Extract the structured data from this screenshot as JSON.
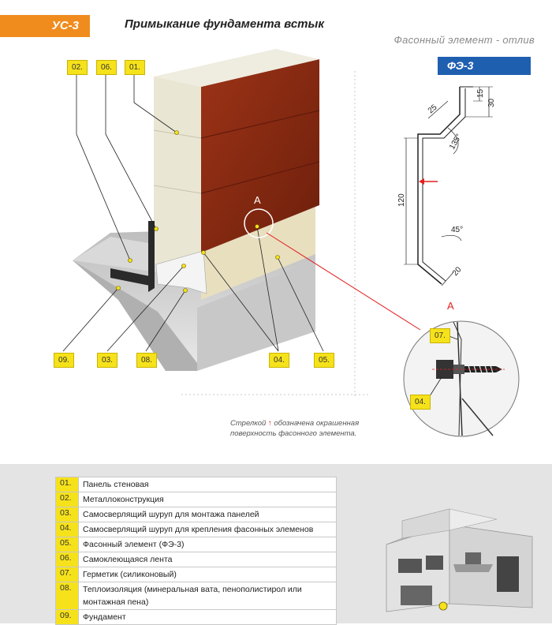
{
  "header": {
    "code": "УС-3",
    "title": "Примыкание фундамента встык",
    "subtitle": "Фасонный элемент - отлив",
    "element_code": "ФЭ-3"
  },
  "callouts": {
    "top": [
      "02.",
      "06.",
      "01."
    ],
    "bottom": [
      "09.",
      "03.",
      "08.",
      "04.",
      "05."
    ],
    "detail_mark": "A",
    "detail_labels": [
      "07.",
      "04."
    ]
  },
  "profile_dims": {
    "d15": "15",
    "d30": "30",
    "d25": "25",
    "a135": "135°",
    "d120": "120",
    "a45": "45°",
    "d20": "20"
  },
  "note": {
    "before": "Стрелкой",
    "after": "обозначена окрашенная поверхность фасонного элемента."
  },
  "legend": [
    {
      "num": "01.",
      "text": "Панель стеновая"
    },
    {
      "num": "02.",
      "text": "Металлоконструкция"
    },
    {
      "num": "03.",
      "text": "Самосверлящий шуруп для монтажа панелей"
    },
    {
      "num": "04.",
      "text": "Самосверлящий шуруп для крепления фасонных элеменов"
    },
    {
      "num": "05.",
      "text": "Фасонный элемент (ФЭ-3)"
    },
    {
      "num": "06.",
      "text": "Самоклеющаяся лента"
    },
    {
      "num": "07.",
      "text": "Герметик (силиконовый)"
    },
    {
      "num": "08.",
      "text": "Теплоизоляция (минеральная вата, пенополистирол или монтажная пена)"
    },
    {
      "num": "09.",
      "text": "Фундамент"
    }
  ],
  "colors": {
    "orange": "#f08c1e",
    "blue": "#1f5fb0",
    "yellow": "#f6e21a",
    "panel_red": "#8b2a14",
    "accent_red": "#e02020"
  }
}
